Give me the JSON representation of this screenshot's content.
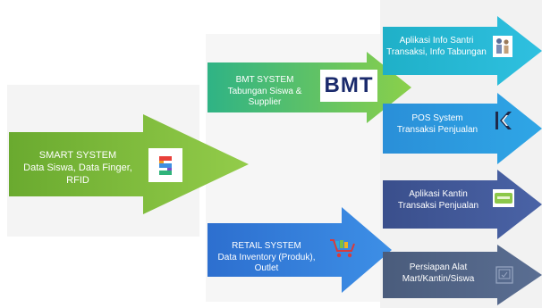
{
  "colors": {
    "green": "#7bc043",
    "green_dark": "#5e9e2f",
    "teal_green": "#3fbf8f",
    "cyan": "#29a9e0",
    "blue": "#2f7fd6",
    "navy": "#3a4f8c",
    "slate": "#4a5c7c"
  },
  "nodes": {
    "smart": {
      "title": "SMART SYSTEM",
      "line1": "Data Siswa, Data Finger,",
      "line2": "RFID",
      "icon": "stacked-s-logo-icon"
    },
    "bmt": {
      "title": "BMT SYSTEM",
      "line1": "Tabungan Siswa &",
      "line2": "Supplier",
      "logo_text": "BMT"
    },
    "retail": {
      "title": "RETAIL SYSTEM",
      "line1": "Data Inventory (Produk),",
      "line2": "Outlet",
      "icon": "shopping-cart-icon"
    },
    "santri": {
      "title": "Aplikasi Info Santri",
      "line1": "Transaksi, Info Tabungan",
      "icon": "people-icon"
    },
    "pos": {
      "title": "POS System",
      "line1": "Transaksi Penjualan",
      "icon": "k-chevron-logo-icon"
    },
    "kantin": {
      "title": "Aplikasi Kantin",
      "line1": "Transaksi Penjualan",
      "icon": "kantin-card-icon"
    },
    "alat": {
      "title": "Persiapan Alat",
      "line1": "Mart/Kantin/Siswa",
      "icon": "device-icon"
    }
  }
}
